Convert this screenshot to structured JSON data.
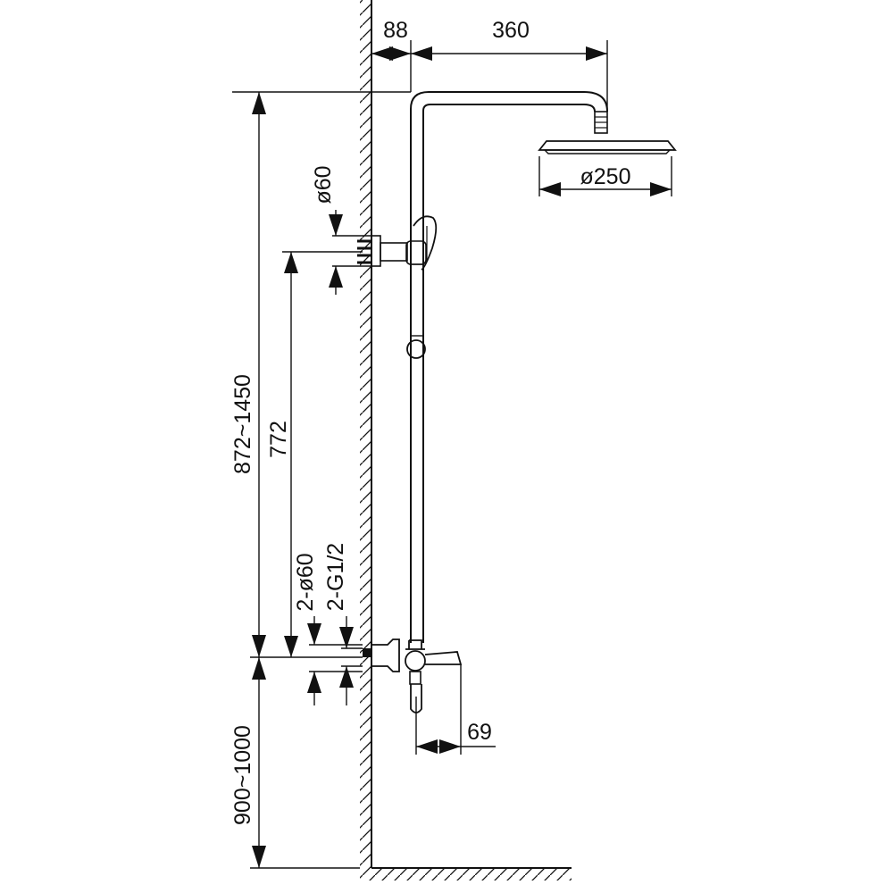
{
  "dimensions": {
    "wall_offset": "88",
    "arm_length": "360",
    "head_diameter": "ø250",
    "holder_flange_diameter": "ø60",
    "total_height": "872~1450",
    "rail_height": "772",
    "mixer_flange": "2-ø60",
    "mixer_thread": "2-G1/2",
    "mixer_height": "900~1000",
    "spout_length": "69"
  },
  "colors": {
    "ink": "#111111",
    "background": "#ffffff"
  }
}
